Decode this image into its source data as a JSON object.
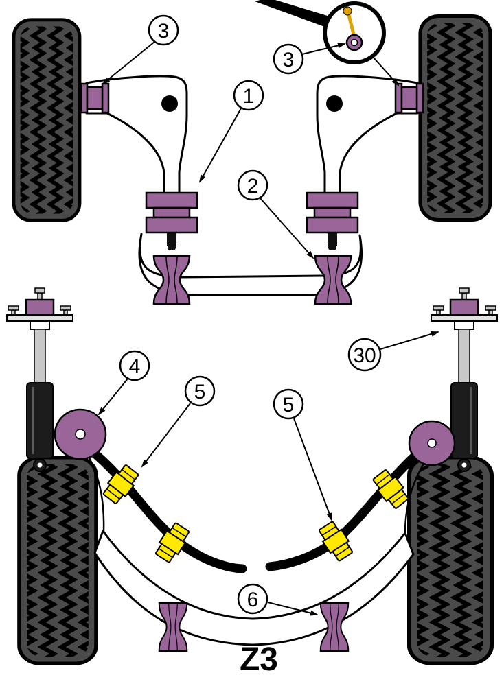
{
  "diagram": {
    "title": "Z3",
    "callouts": [
      {
        "label": "3",
        "part": "front-control-arm-rear-bushing-left"
      },
      {
        "label": "3",
        "part": "front-control-arm-rear-bushing-detail"
      },
      {
        "label": "1",
        "part": "front-control-arm-front-bushing"
      },
      {
        "label": "2",
        "part": "front-anti-roll-bar-bushing"
      },
      {
        "label": "4",
        "part": "rear-trailing-arm-bushing"
      },
      {
        "label": "5",
        "part": "rear-anti-roll-bar-clamp-left"
      },
      {
        "label": "5",
        "part": "rear-anti-roll-bar-clamp-right"
      },
      {
        "label": "30",
        "part": "rear-shock-top-mount"
      },
      {
        "label": "6",
        "part": "rear-anti-roll-bar-link-bushing"
      }
    ],
    "colors": {
      "bushing_purple": "#9a669a",
      "bushing_yellow": "#ffe900",
      "pin_gold": "#dfa400",
      "tire_body": "#4a4a4a",
      "shaft_gray": "#c8c8c8",
      "plate_gray": "#e2e2e2",
      "shock_black": "#1c1c1c",
      "outline": "#000000",
      "background": "#ffffff"
    }
  }
}
